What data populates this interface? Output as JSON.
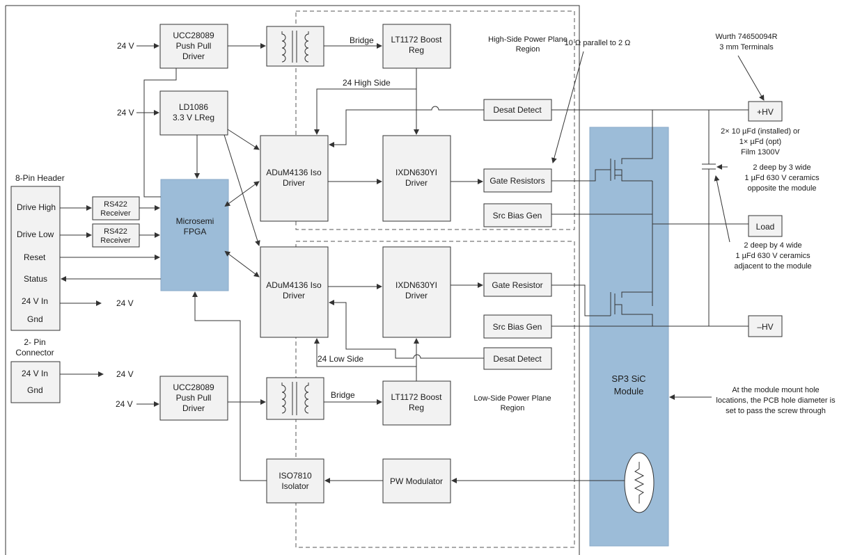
{
  "blocks": {
    "ucc_top": [
      "UCC28089",
      "Push Pull",
      "Driver"
    ],
    "lt_top": [
      "LT1172 Boost",
      "Reg"
    ],
    "ld1086": [
      "LD1086",
      "3.3 V LReg"
    ],
    "adum_top": [
      "ADuM4136 Iso",
      "Driver"
    ],
    "ixdn_top": [
      "IXDN630YI",
      "Driver"
    ],
    "desat_top": "Desat Detect",
    "gate_res_top": "Gate Resistors",
    "src_bias_top": "Src Bias Gen",
    "rs422_1": [
      "RS422",
      "Receiver"
    ],
    "rs422_2": [
      "RS422",
      "Receiver"
    ],
    "fpga": [
      "Microsemi",
      "FPGA"
    ],
    "adum_bot": [
      "ADuM4136 Iso",
      "Driver"
    ],
    "ixdn_bot": [
      "IXDN630YI",
      "Driver"
    ],
    "gate_res_bot": "Gate Resistor",
    "src_bias_bot": "Src Bias Gen",
    "desat_bot": "Desat Detect",
    "ucc_bot": [
      "UCC28089",
      "Push Pull",
      "Driver"
    ],
    "lt_bot": [
      "LT1172 Boost",
      "Reg"
    ],
    "iso7810": [
      "ISO7810",
      "Isolator"
    ],
    "pw_mod": "PW Modulator",
    "sp3": [
      "SP3 SiC",
      "Module"
    ],
    "hv_plus": "+HV",
    "hv_minus": "–HV",
    "load": "Load"
  },
  "header8": {
    "title": "8-Pin Header",
    "pins": [
      "Drive High",
      "Drive Low",
      "Reset",
      "Status",
      "24 V In",
      "Gnd"
    ]
  },
  "connector2": {
    "title": [
      "2- Pin",
      "Connector"
    ],
    "pins": [
      "24 V In",
      "Gnd"
    ]
  },
  "labels": {
    "v24_ucc_top": "24 V",
    "v24_ld": "24 V",
    "v24_header": "24 V",
    "v24_conn": "24 V",
    "v24_ucc_bot": "24 V",
    "bridge_top": "Bridge",
    "bridge_bot": "Bridge",
    "high_side": "24 High Side",
    "low_side": "24 Low Side",
    "hs_region": [
      "High-Side Power Plane",
      "Region"
    ],
    "ls_region": [
      "Low-Side Power Plane",
      "Region"
    ],
    "parallel": "10 Ω parallel to 2 Ω",
    "wurth": [
      "Wurth 74650094R",
      "3 mm Terminals"
    ],
    "film_cap": [
      "2× 10 µFd (installed) or",
      "1× µFd (opt)",
      "Film 1300V"
    ],
    "ceramics_opposite": [
      "2 deep by 3 wide",
      "1 µFd 630 V ceramics",
      "opposite the module"
    ],
    "ceramics_adjacent": [
      "2 deep by 4 wide",
      "1 µFd 630 V ceramics",
      "adjacent to the module"
    ],
    "mount_note": [
      "At the module mount hole",
      "locations, the PCB hole diameter is",
      "set to pass the screw through"
    ]
  }
}
